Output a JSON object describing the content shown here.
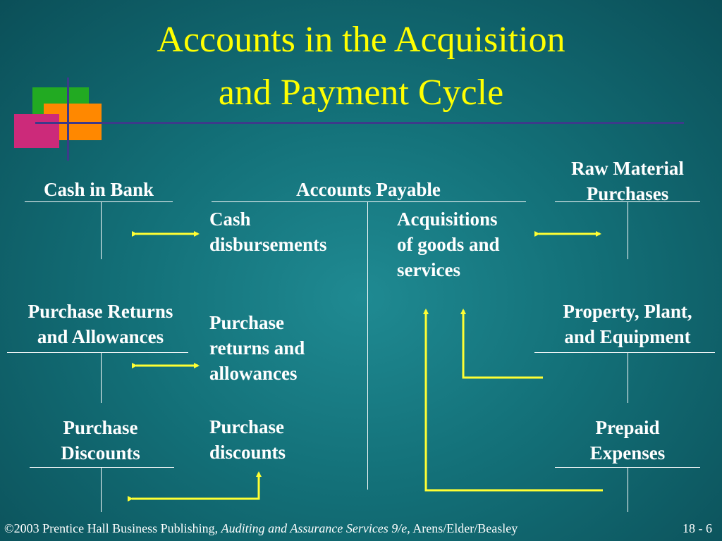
{
  "slide": {
    "title_line1": "Accounts in the Acquisition",
    "title_line2": "and Payment Cycle"
  },
  "accounts": {
    "cash_in_bank": "Cash in Bank",
    "accounts_payable": "Accounts Payable",
    "raw_material_line1": "Raw Material",
    "raw_material_line2": "Purchases",
    "purchase_returns_line1": "Purchase Returns",
    "purchase_returns_line2": "and Allowances",
    "ppe_line1": "Property, Plant,",
    "ppe_line2": "and Equipment",
    "purchase_discounts_line1": "Purchase",
    "purchase_discounts_line2": "Discounts",
    "prepaid_line1": "Prepaid",
    "prepaid_line2": "Expenses"
  },
  "ap_entries": {
    "cash_disb_line1": "Cash",
    "cash_disb_line2": "disbursements",
    "returns_line1": "Purchase",
    "returns_line2": "returns and",
    "returns_line3": "allowances",
    "discounts_line1": "Purchase",
    "discounts_line2": "discounts",
    "acq_line1": "Acquisitions",
    "acq_line2": "of goods and",
    "acq_line3": "services"
  },
  "footer": {
    "copyright": "©2003 Prentice Hall Business Publishing, ",
    "book": "Auditing and Assurance Services 9/e,",
    "authors": " Arens/Elder/Beasley",
    "page": "18 - 6"
  },
  "colors": {
    "title": "#ffff00",
    "arrows": "#ffff33",
    "text": "#ffffff",
    "deco_green": "#22aa22",
    "deco_orange": "#ff8800",
    "deco_magenta": "#cc2a7a"
  }
}
